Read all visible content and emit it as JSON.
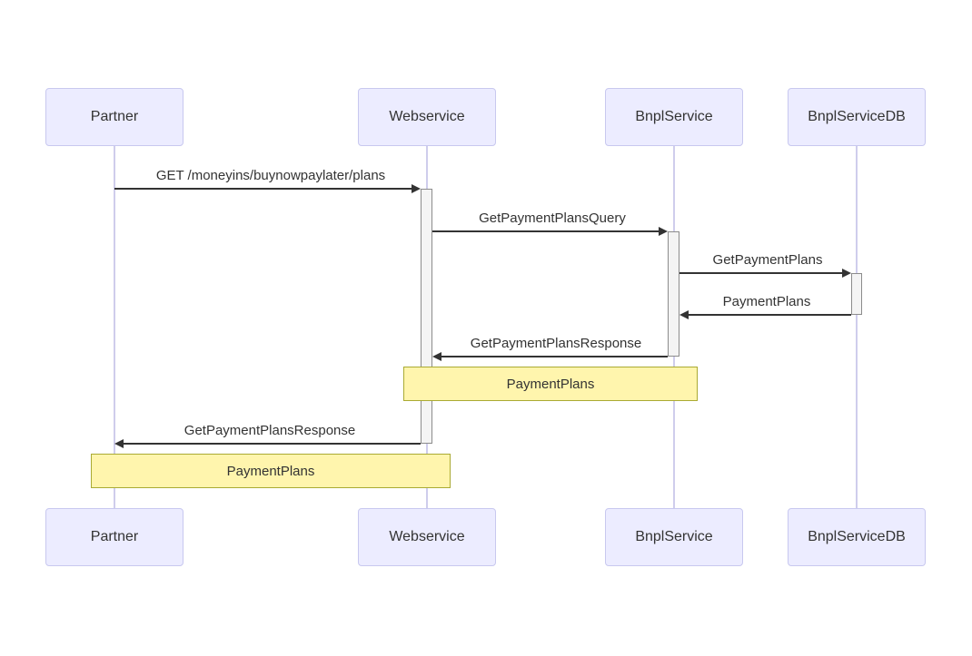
{
  "diagram": {
    "type": "sequence",
    "actors": [
      {
        "name": "Partner"
      },
      {
        "name": "Webservice"
      },
      {
        "name": "BnplService"
      },
      {
        "name": "BnplServiceDB"
      }
    ],
    "messages": [
      {
        "from": "Partner",
        "to": "Webservice",
        "label": "GET /moneyins/buynowpaylater/plans",
        "style": "solid-arrow"
      },
      {
        "from": "Webservice",
        "to": "BnplService",
        "label": "GetPaymentPlansQuery",
        "style": "solid-arrow"
      },
      {
        "from": "BnplService",
        "to": "BnplServiceDB",
        "label": "GetPaymentPlans",
        "style": "solid-arrow"
      },
      {
        "from": "BnplServiceDB",
        "to": "BnplService",
        "label": "PaymentPlans",
        "style": "solid-arrow"
      },
      {
        "from": "BnplService",
        "to": "Webservice",
        "label": "GetPaymentPlansResponse",
        "style": "solid-arrow"
      },
      {
        "from": "Webservice",
        "to": "Partner",
        "label": "GetPaymentPlansResponse",
        "style": "solid-arrow"
      }
    ],
    "notes": [
      {
        "over": "Webservice,BnplService",
        "text": "PaymentPlans"
      },
      {
        "over": "Partner,Webservice",
        "text": "PaymentPlans"
      }
    ],
    "colors": {
      "background": "#ffffff",
      "actor_fill": "#ECECFF",
      "actor_border": "#c8c8ef",
      "lifeline": "#cfcdec",
      "activation_fill": "#f4f4f4",
      "activation_border": "#8c8c8c",
      "note_fill": "#fff5ad",
      "note_border": "#aaaa33",
      "message": "#333333"
    }
  }
}
